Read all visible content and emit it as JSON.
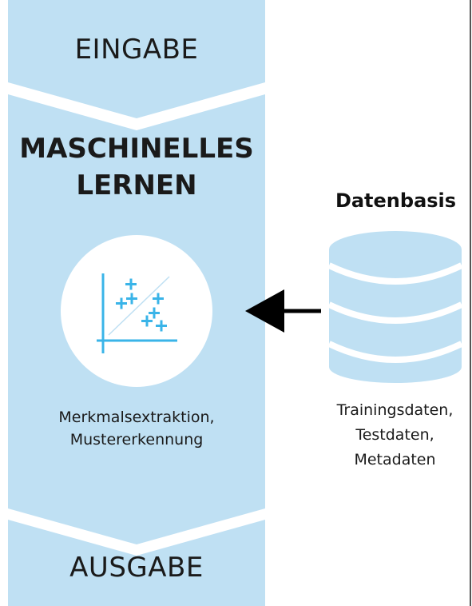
{
  "input": {
    "label": "EINGABE"
  },
  "process": {
    "title_line1": "MASCHINELLES",
    "title_line2": "LERNEN",
    "desc_line1": "Merkmalsextraktion,",
    "desc_line2": "Mustererkennung"
  },
  "output": {
    "label": "AUSGABE"
  },
  "database": {
    "title": "Datenbasis",
    "items": [
      "Trainingsdaten,",
      "Testdaten,",
      "Metadaten"
    ]
  },
  "icons": {
    "chart": "scatter-plot-icon",
    "database": "database-icon",
    "arrow": "arrow-left-icon"
  },
  "colors": {
    "column": "#bfe0f3",
    "database": "#bfe0f3",
    "plus_marks": "#3ab4e8",
    "axis": "#3ab4e8",
    "arrow": "#000000"
  }
}
